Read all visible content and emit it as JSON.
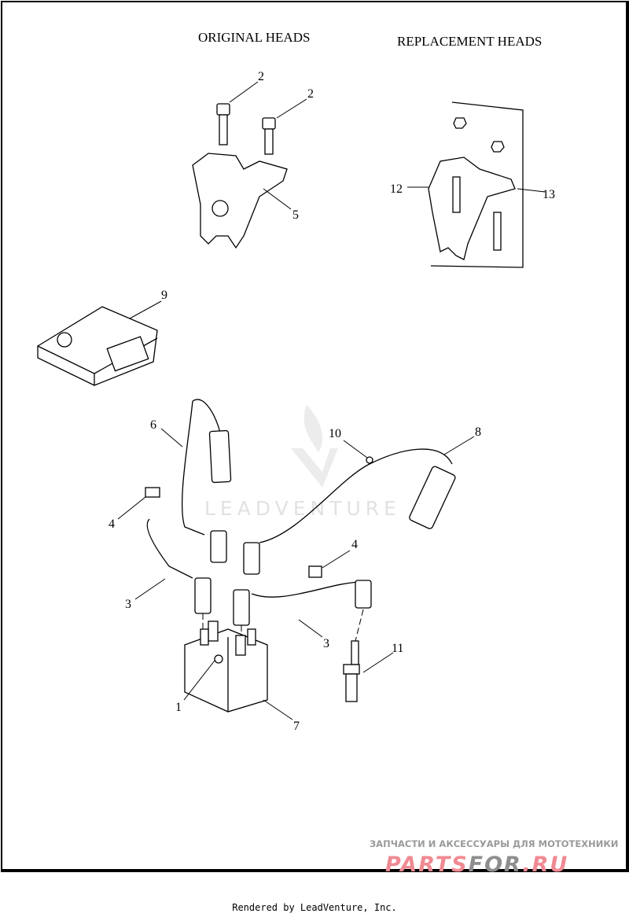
{
  "headings": {
    "original": "ORIGINAL HEADS",
    "replacement": "REPLACEMENT HEADS"
  },
  "callouts": {
    "c2a": "2",
    "c2b": "2",
    "c5": "5",
    "c12": "12",
    "c13": "13",
    "c9": "9",
    "c6": "6",
    "c10": "10",
    "c8": "8",
    "c4a": "4",
    "c4b": "4",
    "c3a": "3",
    "c3b": "3",
    "c11": "11",
    "c1": "1",
    "c7": "7"
  },
  "watermarks": {
    "leadventure": "LEADVENTURE",
    "shop_tagline": "ЗАПЧАСТИ И АКСЕССУАРЫ ДЛЯ МОТОТЕХНИКИ",
    "shop_logo_a": "PARTS",
    "shop_logo_b": "FOR",
    "shop_logo_c": ".RU"
  },
  "footer": {
    "rendered_by": "Rendered by LeadVenture, Inc."
  }
}
